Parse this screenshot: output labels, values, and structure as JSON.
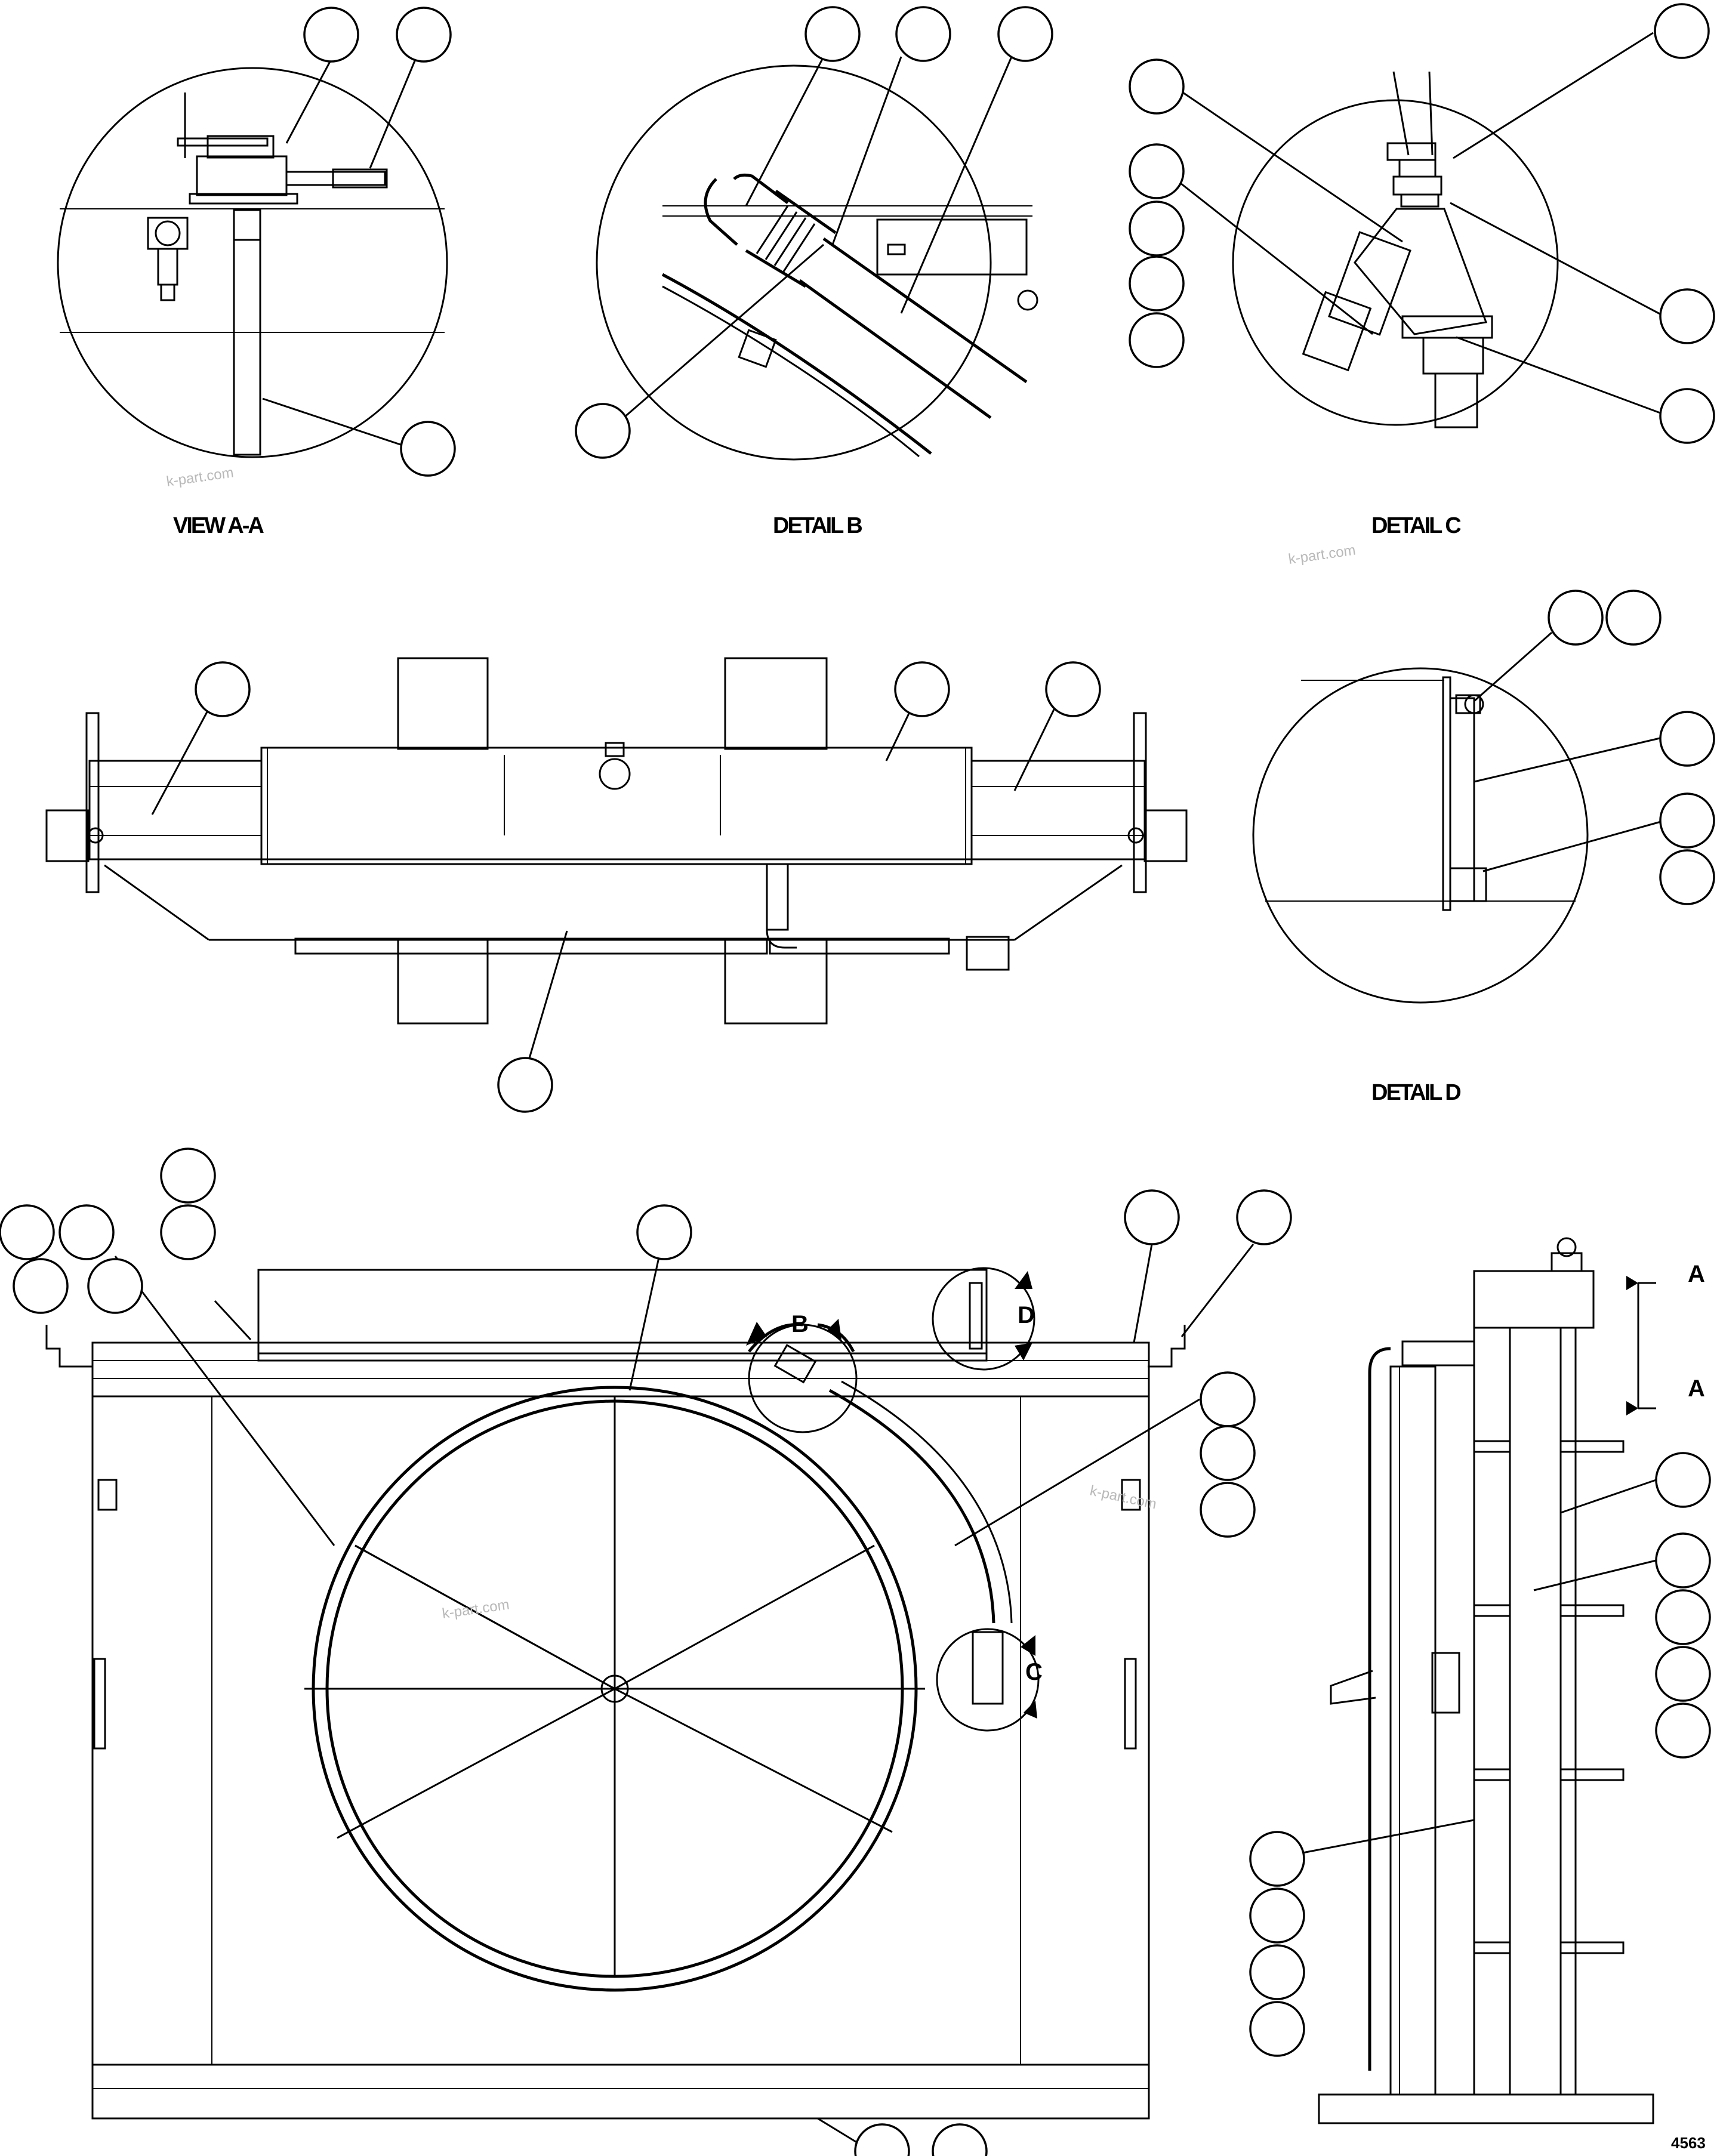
{
  "captions": {
    "view_aa": "VIEW A-A",
    "detail_b": "DETAIL B",
    "detail_c": "DETAIL C",
    "detail_d": "DETAIL D"
  },
  "view_arrows": {
    "b": "B",
    "c": "C",
    "d": "D",
    "a_top": "A",
    "a_bottom": "A"
  },
  "watermark": "k-part.com",
  "document_number": "4563"
}
